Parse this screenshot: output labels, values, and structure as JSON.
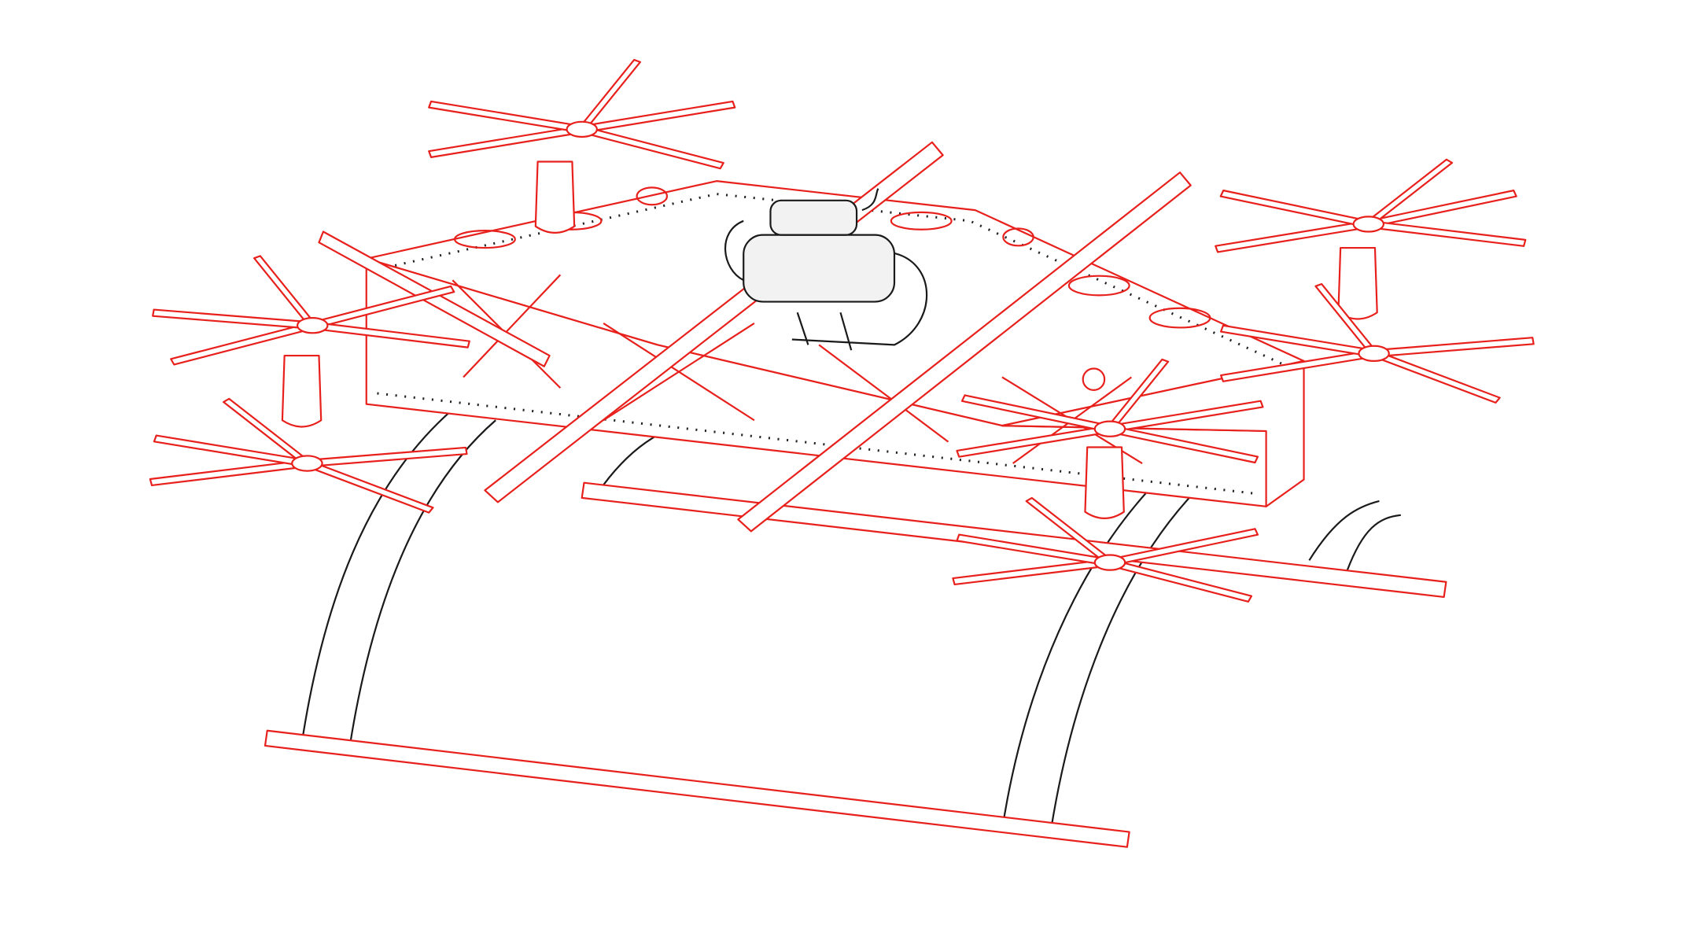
{
  "drawing": {
    "subject": "multirotor-frame",
    "colors": {
      "frame": "#e8201c",
      "engine": "#1a1a1a",
      "legs": "#1a1a1a",
      "background": "#ffffff"
    },
    "rotor_count": 7,
    "blades_per_rotor": 5
  }
}
